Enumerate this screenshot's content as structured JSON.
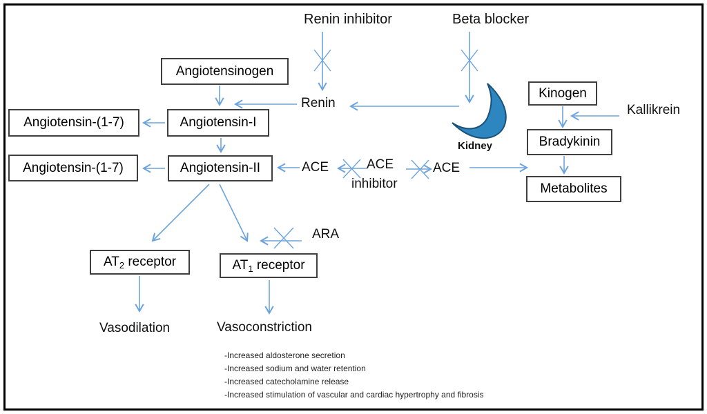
{
  "labels": {
    "renin_inhibitor": "Renin inhibitor",
    "beta_blocker": "Beta blocker",
    "renin": "Renin",
    "kallikrein": "Kallikrein",
    "ace_left": "ACE",
    "ace_inhibitor_line1": "ACE",
    "ace_inhibitor_line2": "inhibitor",
    "ace_right": "ACE",
    "kidney": "Kidney",
    "ara": "ARA",
    "vasodilation": "Vasodilation",
    "vasoconstriction": "Vasoconstriction"
  },
  "boxes": {
    "angiotensinogen": "Angiotensinogen",
    "angiotensin_1_7_top": "Angiotensin-(1-7)",
    "angiotensin_i": "Angiotensin-I",
    "angiotensin_1_7_bottom": "Angiotensin-(1-7)",
    "angiotensin_ii": "Angiotensin-II",
    "kinogen": "Kinogen",
    "bradykinin": "Bradykinin",
    "metabolites": "Metabolites",
    "at2_receptor": {
      "pre": "AT",
      "sub": "2",
      "post": " receptor"
    },
    "at1_receptor": {
      "pre": "AT",
      "sub": "1",
      "post": " receptor"
    }
  },
  "effects": {
    "items": [
      "-Increased aldosterone secretion",
      "-Increased sodium and water retention",
      "-Increased catecholamine release",
      "-Increased stimulation of vascular and cardiac hypertrophy and fibrosis"
    ]
  },
  "colors": {
    "arrow": "#6CA3DC",
    "kidney_fill": "#2E86C1",
    "kidney_stroke": "#1A5276",
    "box_border": "#3f3f3f"
  }
}
